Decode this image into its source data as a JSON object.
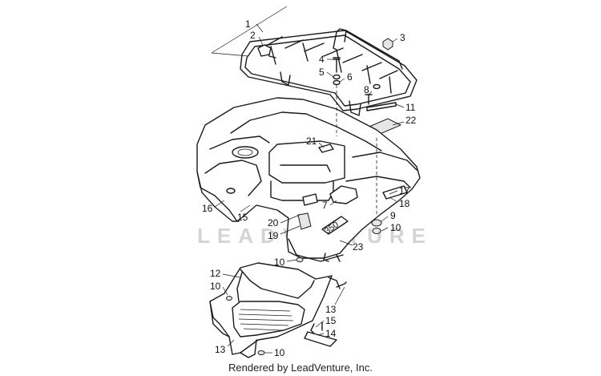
{
  "watermark": "LEADVENTURE",
  "caption": "Rendered by LeadVenture, Inc.",
  "callouts": {
    "c1": "1",
    "c2": "2",
    "c3": "3",
    "c4": "4",
    "c5": "5",
    "c6": "6",
    "c7": "7",
    "c8": "8",
    "c9": "9",
    "c10a": "10",
    "c10b": "10",
    "c10c": "10",
    "c10d": "10",
    "c11": "11",
    "c12": "12",
    "c13a": "13",
    "c13b": "13",
    "c14": "14",
    "c15a": "15",
    "c15b": "15",
    "c16": "16",
    "c17": "17",
    "c18": "18",
    "c19": "19",
    "c20": "20",
    "c21": "21",
    "c22": "22",
    "c23": "23"
  },
  "decal_text": "350"
}
